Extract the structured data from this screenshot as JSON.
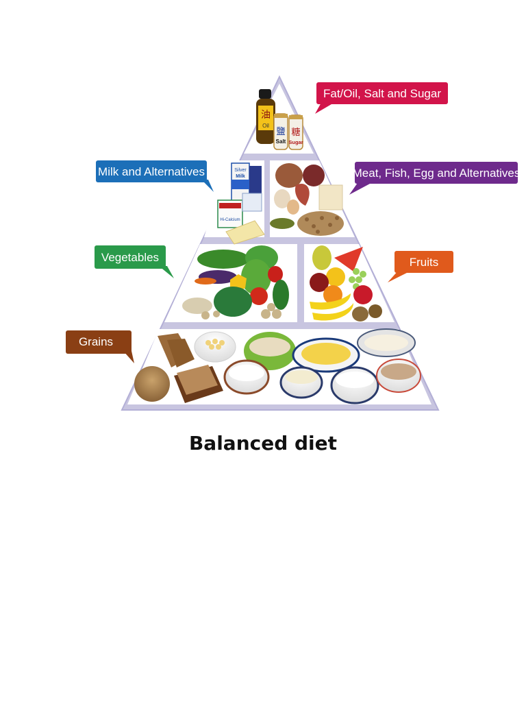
{
  "caption": "Balanced diet",
  "tiers": {
    "fat_oil_salt_sugar": {
      "label": "Fat/Oil, Salt and Sugar",
      "color": "#d2144a",
      "jar_labels": {
        "oil_char": "油",
        "oil": "Oil",
        "salt_char": "鹽",
        "salt": "Salt",
        "sugar_char": "糖",
        "sugar": "Sugar"
      }
    },
    "milk": {
      "label": "Milk and Alternatives",
      "color": "#1c6fb8",
      "carton_labels": {
        "brand": "Silver",
        "brand2": "Milk",
        "calcium": "Hi-Calcium"
      }
    },
    "meat": {
      "label": "Meat, Fish, Egg and Alternatives",
      "color": "#6e2a8c"
    },
    "vegetables": {
      "label": "Vegetables",
      "color": "#2a9a4a"
    },
    "fruits": {
      "label": "Fruits",
      "color": "#e05a1c"
    },
    "grains": {
      "label": "Grains",
      "color": "#8a3f14"
    }
  },
  "colors": {
    "pyramid_fill": "#c8c5e0",
    "pyramid_inner": "#ffffff",
    "caption_text": "#111111"
  }
}
